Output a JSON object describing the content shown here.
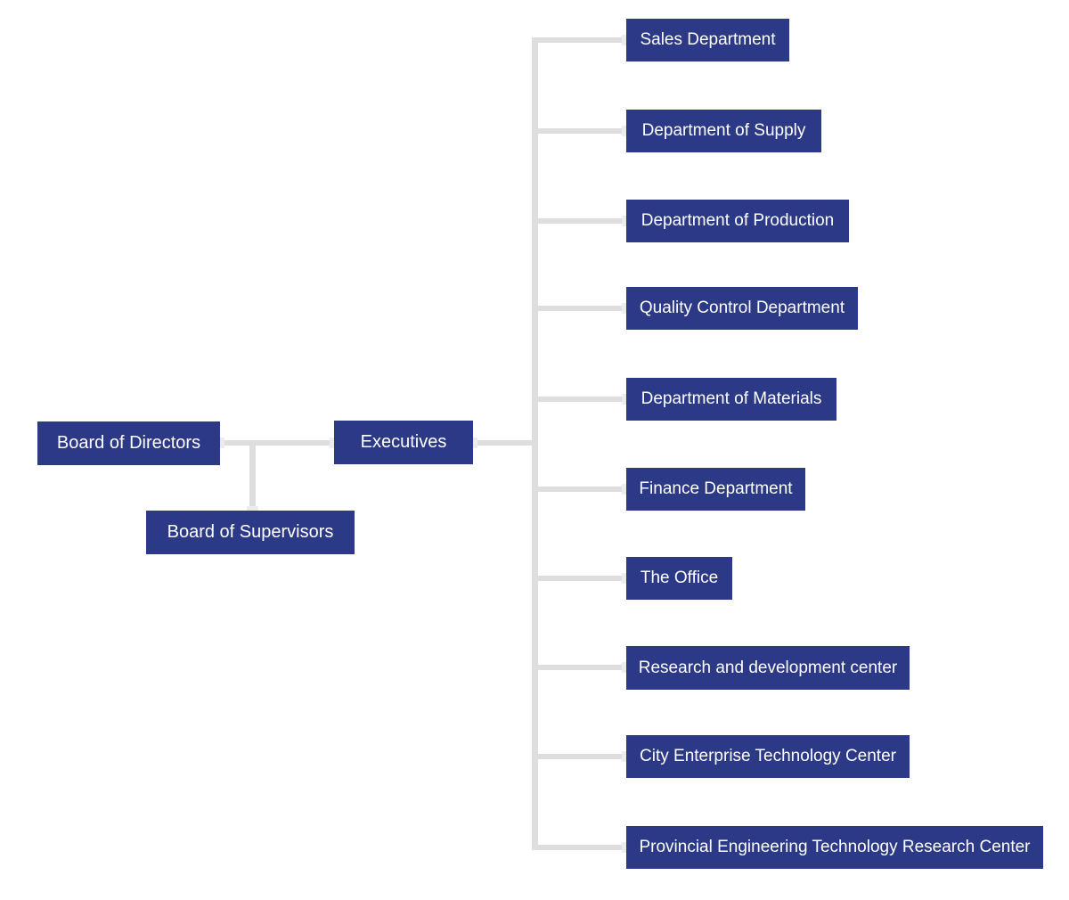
{
  "diagram": {
    "type": "org-chart",
    "colors": {
      "node_fill": "#2B3986",
      "node_text": "#FFFFFF",
      "connector": "#DEDEDE",
      "connector_cap": "#ECECEC",
      "background": "#FFFFFF"
    },
    "nodes": {
      "board_of_directors": {
        "label": "Board of Directors"
      },
      "board_of_supervisors": {
        "label": "Board of Supervisors"
      },
      "executives": {
        "label": "Executives"
      }
    },
    "departments": [
      {
        "label": "Sales Department"
      },
      {
        "label": "Department of Supply"
      },
      {
        "label": "Department of Production"
      },
      {
        "label": "Quality Control Department"
      },
      {
        "label": "Department of Materials"
      },
      {
        "label": "Finance Department"
      },
      {
        "label": "The Office"
      },
      {
        "label": "Research and development center"
      },
      {
        "label": "City Enterprise Technology Center"
      },
      {
        "label": "Provincial Engineering Technology Research Center"
      }
    ]
  }
}
